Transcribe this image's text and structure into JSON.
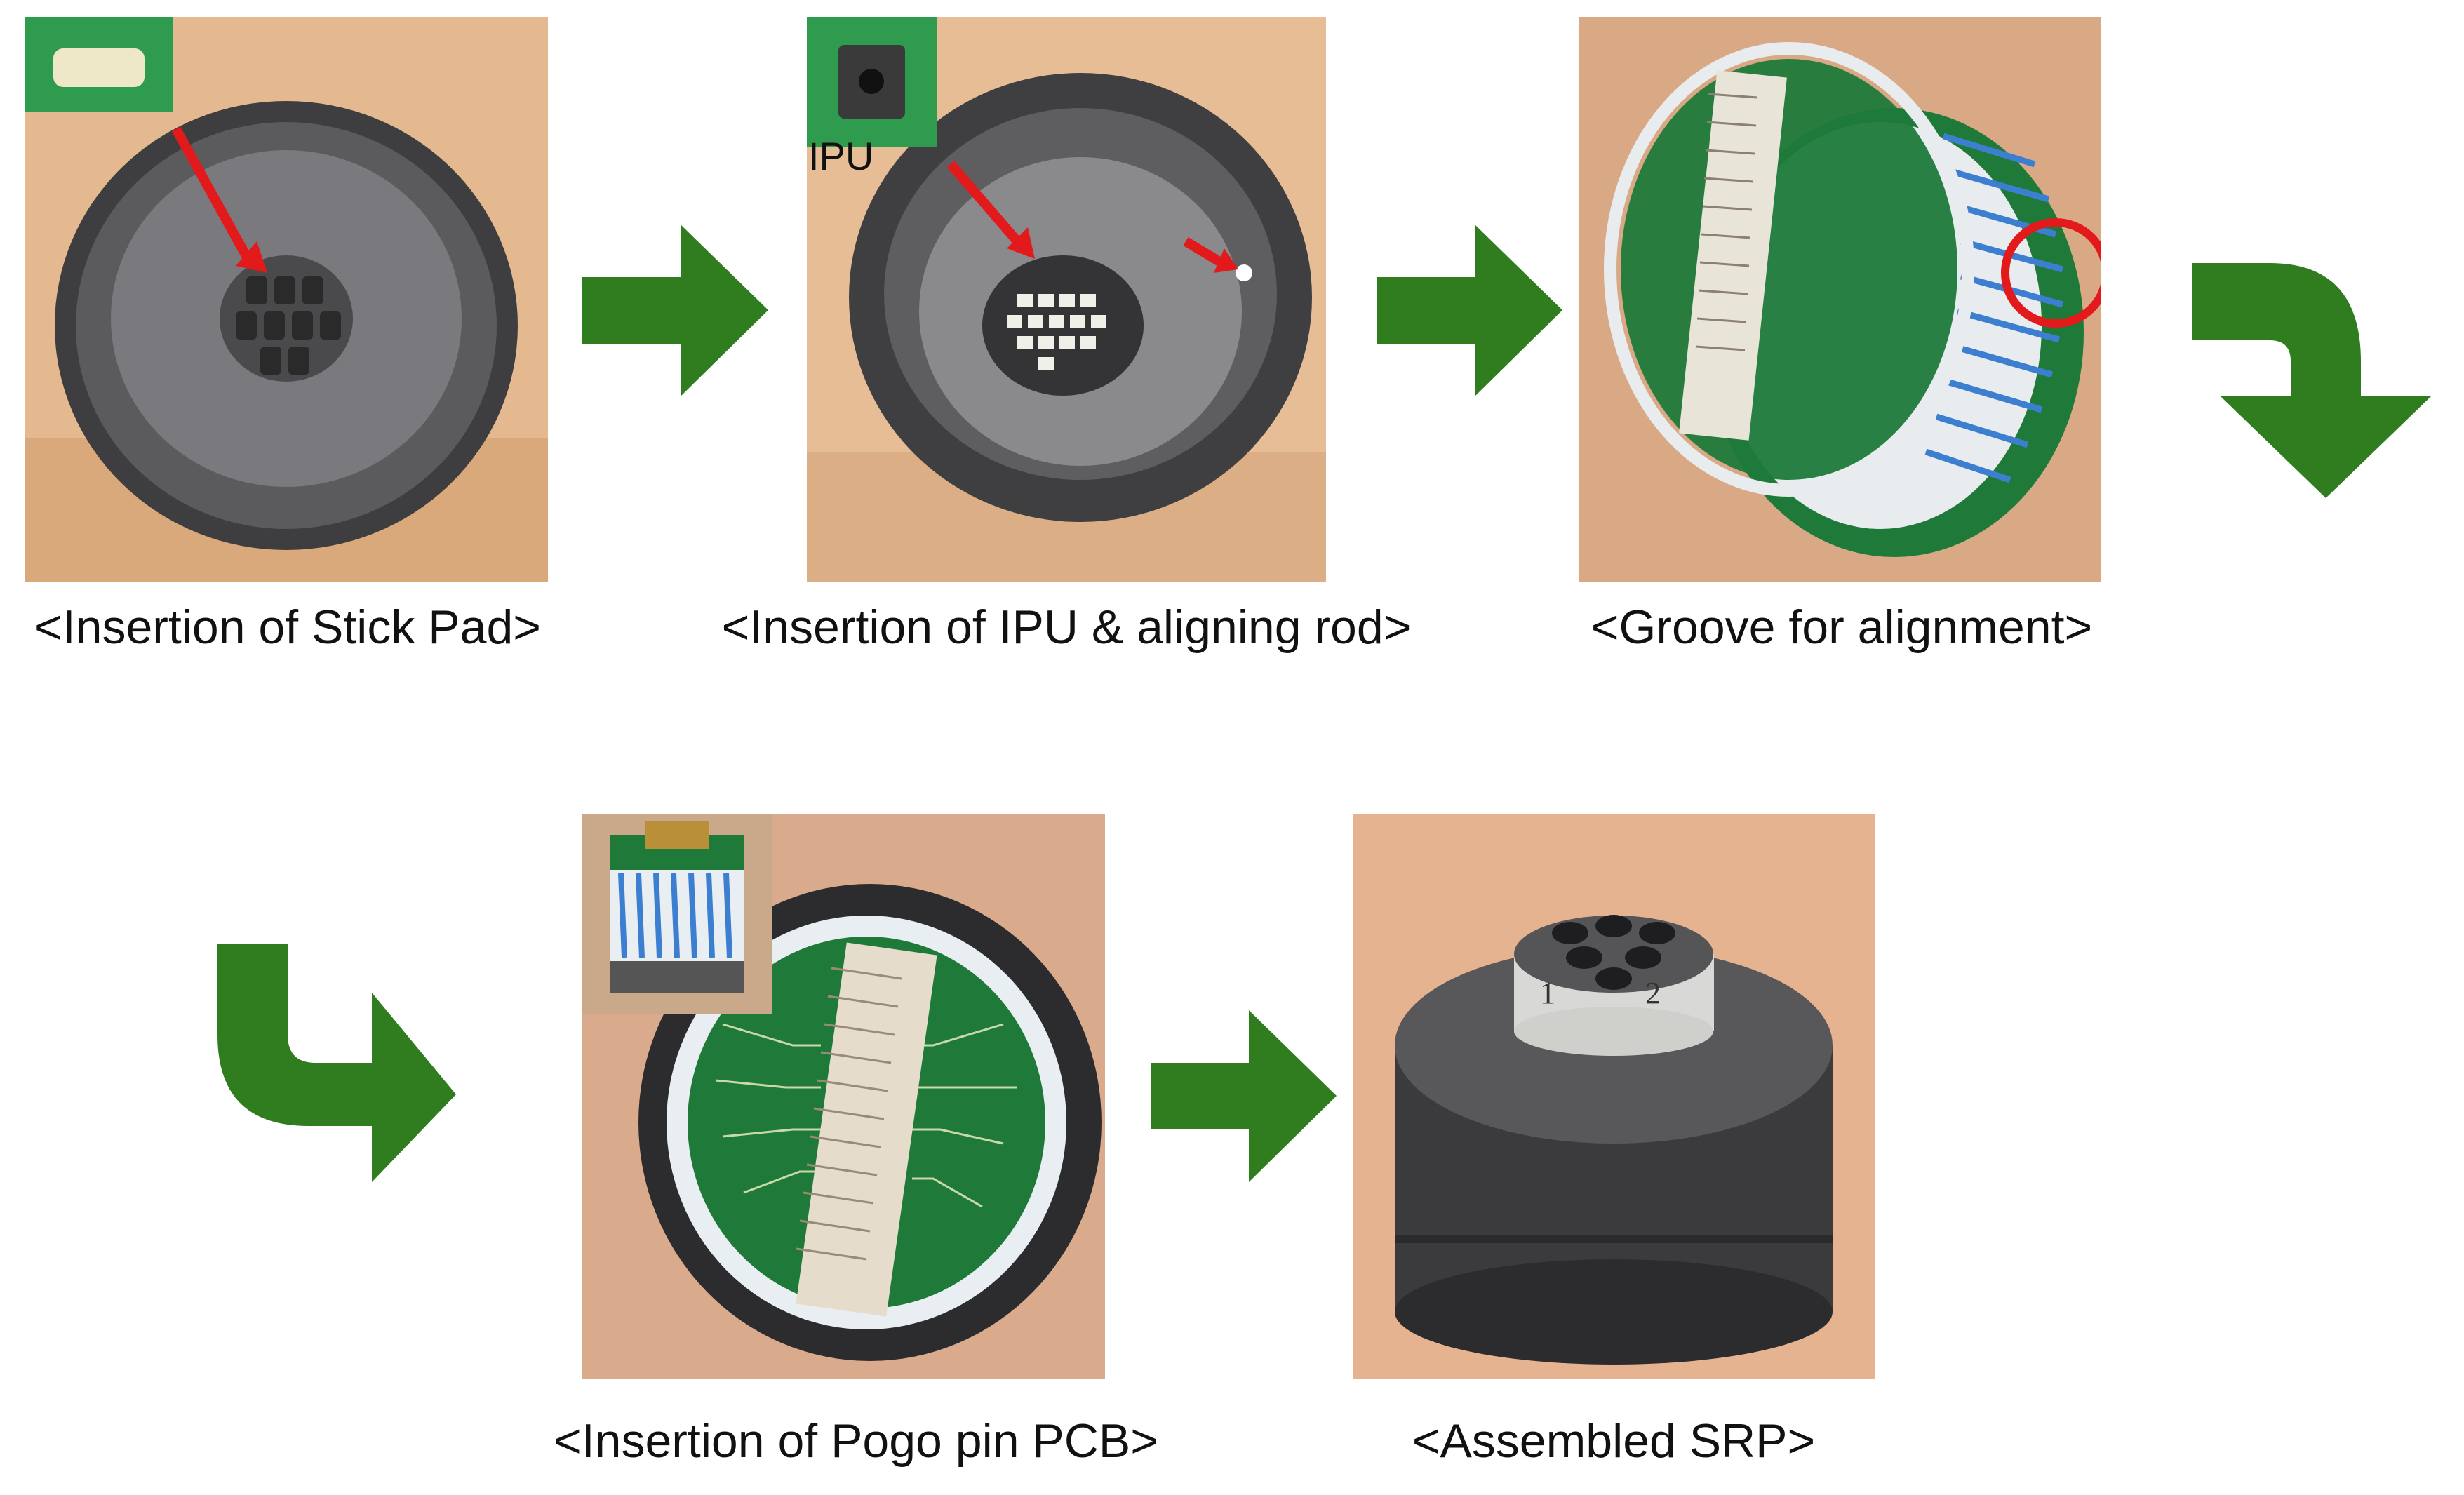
{
  "steps": [
    {
      "caption": "<Insertion of Stick Pad>"
    },
    {
      "caption": "<Insertion of IPU & aligning rod>",
      "inset_label": "IPU"
    },
    {
      "caption": "<Groove for alignment>"
    },
    {
      "caption": "<Insertion of Pogo pin PCB>"
    },
    {
      "caption": "<Assembled SRP>",
      "engraved_numbers": [
        "1",
        "2"
      ]
    }
  ],
  "colors": {
    "arrow_green": "#2f7d1e",
    "pointer_red": "#e31a1c",
    "background_wood": "#e6b98f",
    "housing_gray": "#4a4a4a",
    "pcb_green": "#1f7a3a",
    "wire_blue": "#3c7fd1"
  },
  "icons": [
    "arrow-right-icon",
    "arrow-down-curved-icon",
    "arrow-right-curved-icon"
  ]
}
